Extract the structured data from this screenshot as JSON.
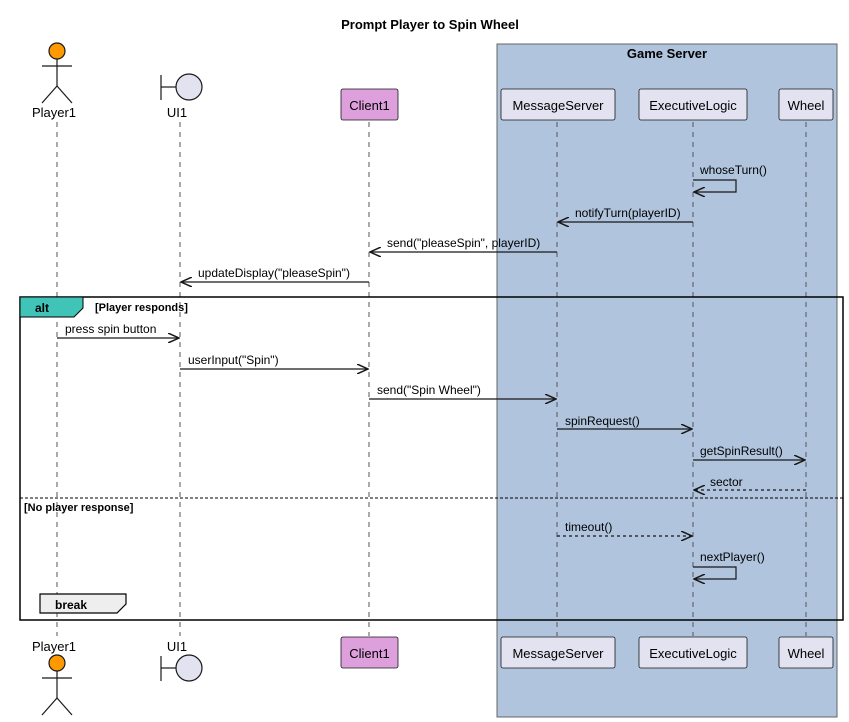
{
  "title": "Prompt Player to Spin Wheel",
  "box": {
    "label": "Game Server",
    "fill": "#b0c4de"
  },
  "participants": [
    {
      "id": "player1",
      "label": "Player1",
      "kind": "actor",
      "color": "#ff9900"
    },
    {
      "id": "ui1",
      "label": "UI1",
      "kind": "boundary",
      "color": "#e2e2f0"
    },
    {
      "id": "client1",
      "label": "Client1",
      "kind": "participant",
      "color": "#dda0dd"
    },
    {
      "id": "messageserver",
      "label": "MessageServer",
      "kind": "participant",
      "color": "#e2e2f0"
    },
    {
      "id": "executivelogic",
      "label": "ExecutiveLogic",
      "kind": "participant",
      "color": "#e2e2f0"
    },
    {
      "id": "wheel",
      "label": "Wheel",
      "kind": "participant",
      "color": "#e2e2f0"
    }
  ],
  "messages": [
    {
      "label": "whoseTurn()",
      "from": "executivelogic",
      "to": "executivelogic",
      "style": "solid"
    },
    {
      "label": "notifyTurn(playerID)",
      "from": "executivelogic",
      "to": "messageserver",
      "style": "solid"
    },
    {
      "label": "send(\"pleaseSpin\", playerID)",
      "from": "messageserver",
      "to": "client1",
      "style": "solid"
    },
    {
      "label": "updateDisplay(\"pleaseSpin\")",
      "from": "client1",
      "to": "ui1",
      "style": "solid"
    },
    {
      "label": "press spin button",
      "from": "player1",
      "to": "ui1",
      "style": "solid"
    },
    {
      "label": "userInput(\"Spin\")",
      "from": "ui1",
      "to": "client1",
      "style": "solid"
    },
    {
      "label": "send(\"Spin Wheel\")",
      "from": "client1",
      "to": "messageserver",
      "style": "solid"
    },
    {
      "label": "spinRequest()",
      "from": "messageserver",
      "to": "executivelogic",
      "style": "solid"
    },
    {
      "label": "getSpinResult()",
      "from": "executivelogic",
      "to": "wheel",
      "style": "solid"
    },
    {
      "label": "sector",
      "from": "wheel",
      "to": "executivelogic",
      "style": "dashed"
    },
    {
      "label": "timeout()",
      "from": "messageserver",
      "to": "executivelogic",
      "style": "dashed"
    },
    {
      "label": "nextPlayer()",
      "from": "executivelogic",
      "to": "executivelogic",
      "style": "solid"
    }
  ],
  "alt": {
    "tag": "alt",
    "tag_color": "#40c4b8",
    "guard1": "[Player responds]",
    "guard2": "[No player response]"
  },
  "break": {
    "tag": "break"
  }
}
